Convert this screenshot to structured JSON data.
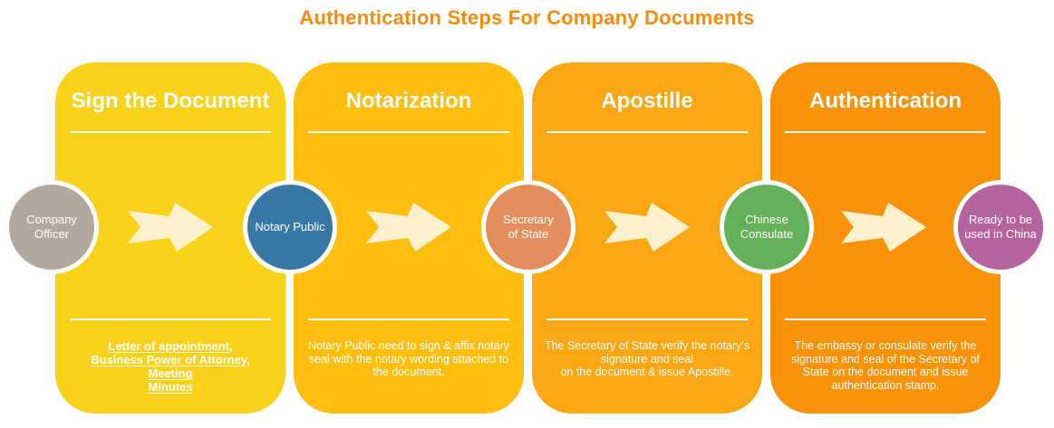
{
  "page": {
    "title": "Authentication Steps For Company Documents",
    "title_color": "#FA8A0D",
    "background_color": "#FFFFFF"
  },
  "steps": [
    {
      "title": "Sign the Document",
      "card_color": "#FBD21B",
      "description_style": "emphasis",
      "description_lines": [
        {
          "text": "Letter of appointment",
          "underline": true,
          "suffix": ","
        },
        {
          "text": "Business Power of Attorney",
          "underline": true,
          "suffix": ","
        },
        {
          "text": "Meeting",
          "underline": true,
          "suffix": ""
        },
        {
          "text": "Minutes",
          "underline": true,
          "suffix": ""
        }
      ]
    },
    {
      "title": "Notarization",
      "card_color": "#FDBE10",
      "description_style": "normal",
      "description_lines": [
        {
          "text": "Notary Public need to sign & affix notary",
          "underline": false,
          "suffix": ""
        },
        {
          "text": "seal with the notary wording attached to",
          "underline": false,
          "suffix": ""
        },
        {
          "text": "the document.",
          "underline": false,
          "suffix": ""
        }
      ]
    },
    {
      "title": "Apostille",
      "card_color": "#FAA713",
      "description_style": "normal",
      "description_lines": [
        {
          "text": "The Secretary of State verify the notary's",
          "underline": false,
          "suffix": ""
        },
        {
          "text": "signature and seal",
          "underline": false,
          "suffix": ""
        },
        {
          "text": "on the document & issue Apostille.",
          "underline": false,
          "suffix": ""
        }
      ]
    },
    {
      "title": "Authentication",
      "card_color": "#F89208",
      "description_style": "normal",
      "description_lines": [
        {
          "text": "The embassy or consulate verify the",
          "underline": false,
          "suffix": ""
        },
        {
          "text": "signature and seal of the Secretary of",
          "underline": false,
          "suffix": ""
        },
        {
          "text": "State on the document and issue",
          "underline": false,
          "suffix": ""
        },
        {
          "text": "authentication stamp.",
          "underline": false,
          "suffix": ""
        }
      ]
    }
  ],
  "nodes": [
    {
      "label_lines": [
        "Company",
        "Officer"
      ],
      "color": "#B3A89D"
    },
    {
      "label_lines": [
        "Notary Public"
      ],
      "color": "#3878A6"
    },
    {
      "label_lines": [
        "Secretary",
        "of State"
      ],
      "color": "#E38F5D"
    },
    {
      "label_lines": [
        "Chinese",
        "Consulate"
      ],
      "color": "#64AF5A"
    },
    {
      "label_lines": [
        "Ready to be",
        "used in China"
      ],
      "color": "#B4639E"
    }
  ],
  "arrow": {
    "icon": "right-arrow-icon",
    "color": "#FCF1CD"
  }
}
